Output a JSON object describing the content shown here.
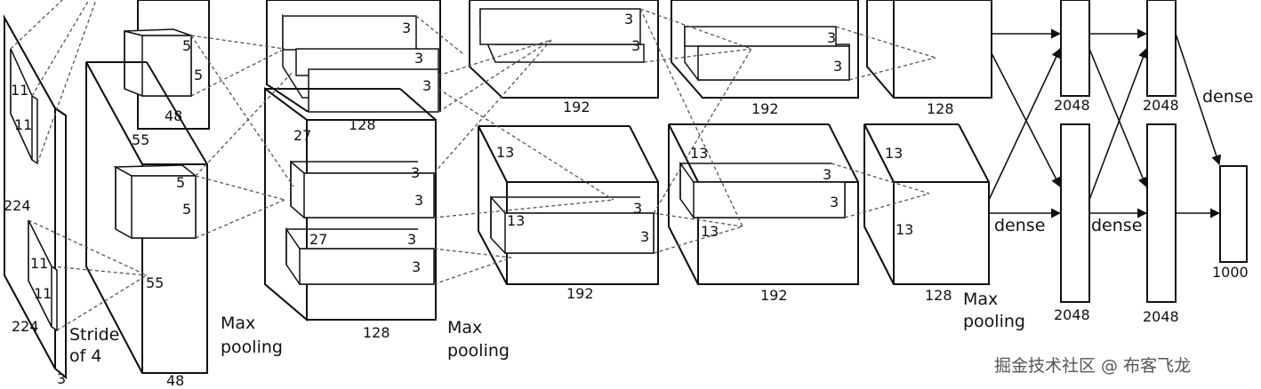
{
  "input": {
    "width": "224",
    "height": "224",
    "depth": "3",
    "kernel_a": "11",
    "kernel_b": "11",
    "stride_line1": "Stride",
    "stride_line2": "of 4"
  },
  "conv1": {
    "size": "55",
    "depth": "48",
    "kernel_a": "5",
    "kernel_b": "5",
    "size_bottom": "55"
  },
  "conv2": {
    "size": "27",
    "depth": "128",
    "kernel_a": "3",
    "kernel_b": "3",
    "size_inner": "27"
  },
  "conv3": {
    "size": "13",
    "depth": "192",
    "kernel_a": "3",
    "kernel_b": "3"
  },
  "conv4": {
    "size": "13",
    "depth": "192",
    "kernel_a": "3",
    "kernel_b": "3"
  },
  "conv5": {
    "size": "13",
    "depth": "128"
  },
  "pooling": {
    "label_line1": "Max",
    "label_line2": "pooling"
  },
  "dense": {
    "label": "dense",
    "units_hidden": "2048",
    "units_output": "1000"
  },
  "watermark": "掘金技术社区 @ 布客飞龙"
}
